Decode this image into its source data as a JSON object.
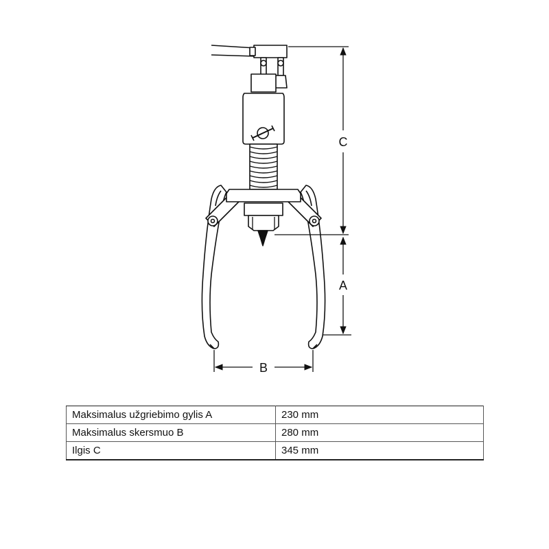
{
  "dimensions": {
    "a_label": "A",
    "b_label": "B",
    "c_label": "C"
  },
  "specs": {
    "rows": [
      {
        "parameter": "Maksimalus užgriebimo gylis A",
        "value": "230 mm"
      },
      {
        "parameter": "Maksimalus skersmuo B",
        "value": "280 mm"
      },
      {
        "parameter": "Ilgis C",
        "value": "345 mm"
      }
    ]
  },
  "colors": {
    "line": "#111111",
    "background": "#ffffff"
  }
}
